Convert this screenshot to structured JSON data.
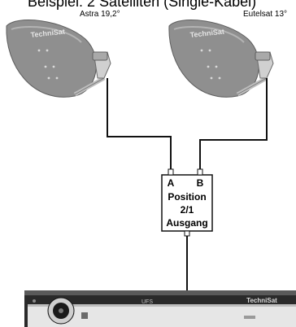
{
  "header": {
    "title_fragment": "Beispiel: 2 Satelliten (Single-Kabel)"
  },
  "dishes": [
    {
      "label": "Astra 19,2°",
      "brand": "TechniSat"
    },
    {
      "label": "Eutelsat 13°",
      "brand": "TechniSat"
    }
  ],
  "switch": {
    "input_a": "A",
    "input_b": "B",
    "line1": "Position",
    "line2": "2/1",
    "line3": "Ausgang"
  },
  "receiver": {
    "brand": "TechniSat",
    "display_text": "UFS"
  },
  "colors": {
    "dish": "#8f8f8f",
    "cable": "#111111",
    "receiver": "#2a2a2a"
  }
}
